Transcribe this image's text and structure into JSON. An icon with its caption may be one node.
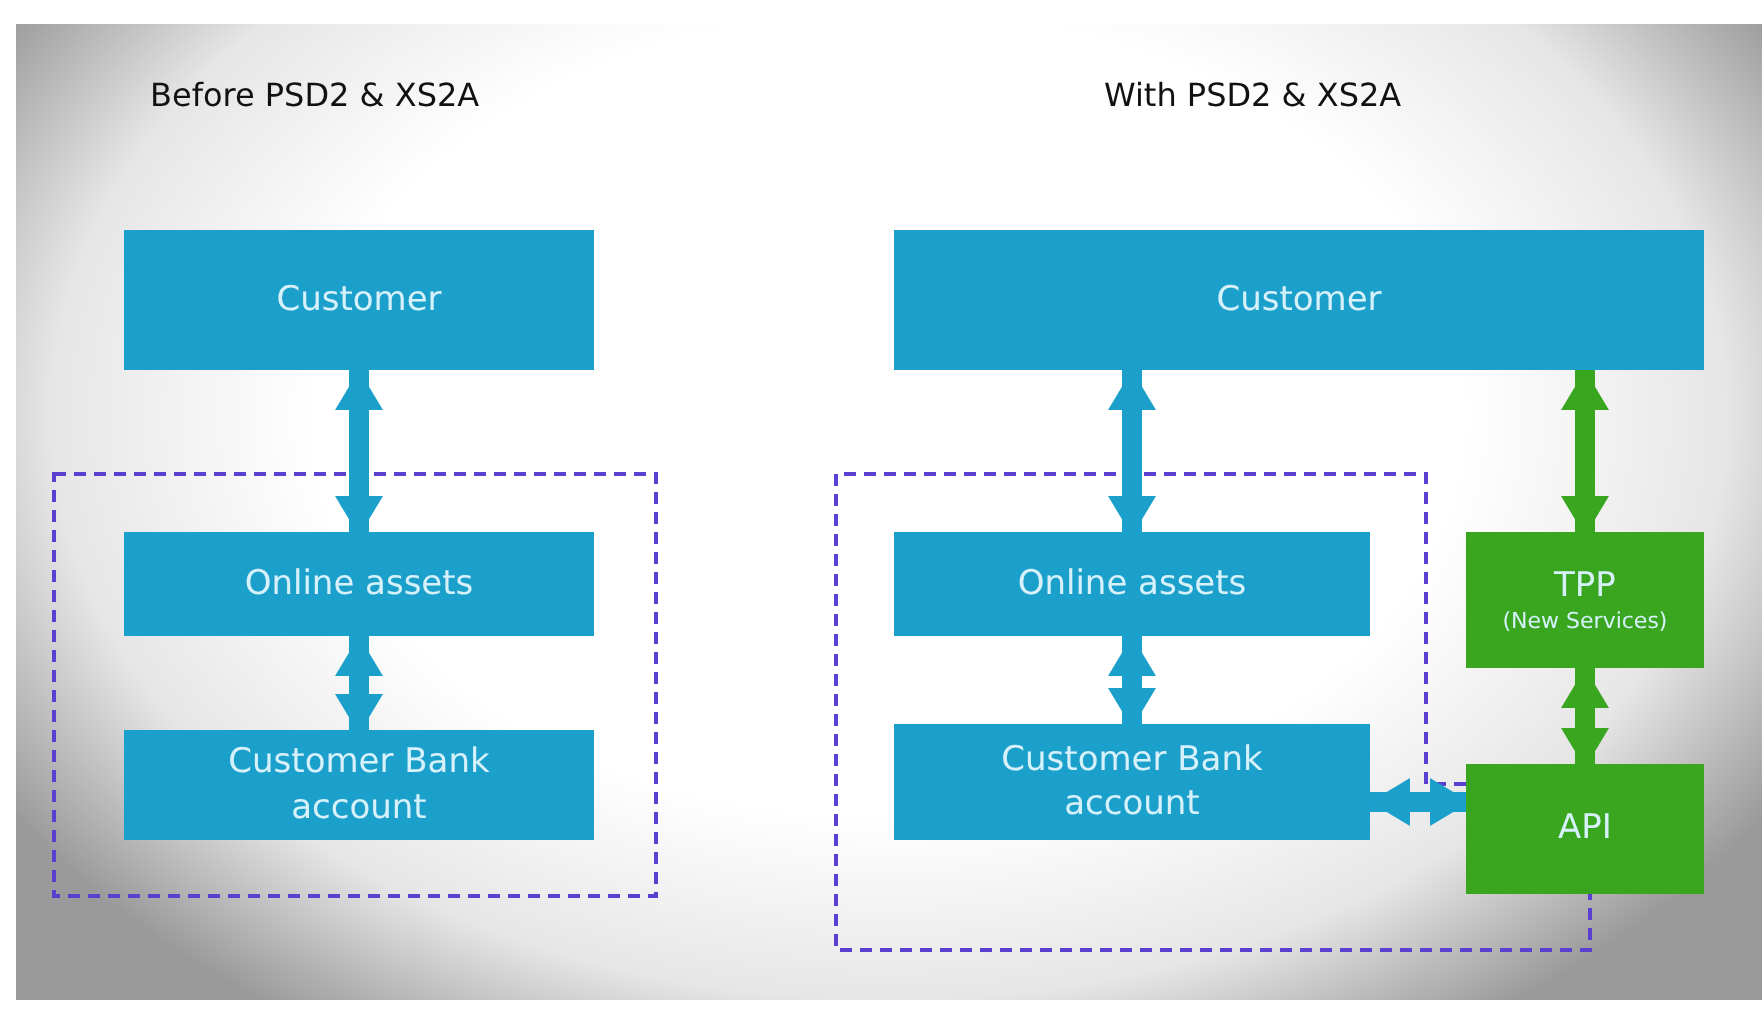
{
  "diagram": {
    "nodes": [
      {
        "text": [
          "Customer"
        ]
      },
      {
        "text": [
          "Online assets"
        ]
      },
      {
        "text": [
          "Customer Bank account"
        ]
      },
      {
        "text": [
          "Customer"
        ]
      },
      {
        "text": [
          "Online assets"
        ]
      },
      {
        "text": [
          "Customer Bank account"
        ]
      },
      {
        "text": [
          "TPP",
          "(New Services)"
        ]
      },
      {
        "text": [
          "API"
        ]
      }
    ],
    "edges": [
      {
        "from": 0,
        "to": 1,
        "arrow": "both"
      },
      {
        "from": 1,
        "to": 2,
        "arrow": "both"
      },
      {
        "from": 3,
        "to": 4,
        "arrow": "both"
      },
      {
        "from": 4,
        "to": 5,
        "arrow": "both"
      },
      {
        "from": 3,
        "to": 6,
        "arrow": "both",
        "color": "#3aa51f"
      },
      {
        "from": 6,
        "to": 7,
        "arrow": "both",
        "color": "#3aa51f"
      },
      {
        "from": 5,
        "to": 7,
        "arrow": "both"
      }
    ],
    "labels": [
      "Before PSD2 & XS2A",
      "With PSD2 & XS2A"
    ]
  }
}
